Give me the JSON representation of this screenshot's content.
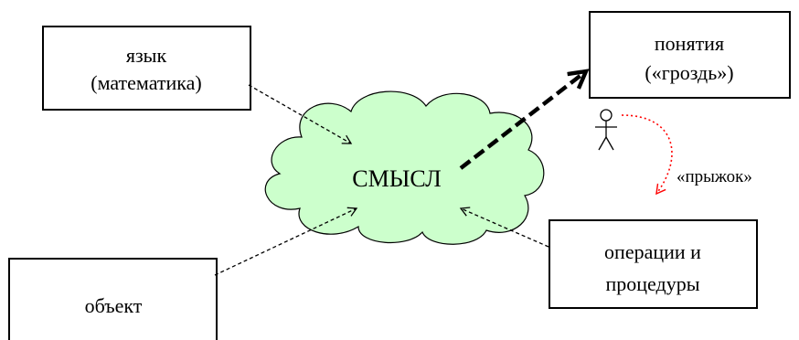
{
  "nodes": {
    "language": {
      "line1": "язык",
      "line2": "(математика)"
    },
    "concepts": {
      "line1": "понятия",
      "line2": "(«гроздь»)"
    },
    "meaning": {
      "label": "СМЫСЛ"
    },
    "operations": {
      "line1": "операции и",
      "line2": "процедуры"
    },
    "object": {
      "label": "объект"
    }
  },
  "jump_label": "«прыжок»",
  "colors": {
    "cloud_fill": "#ccffcc",
    "jump_arrow": "#ff0000",
    "lines": "#000000"
  }
}
